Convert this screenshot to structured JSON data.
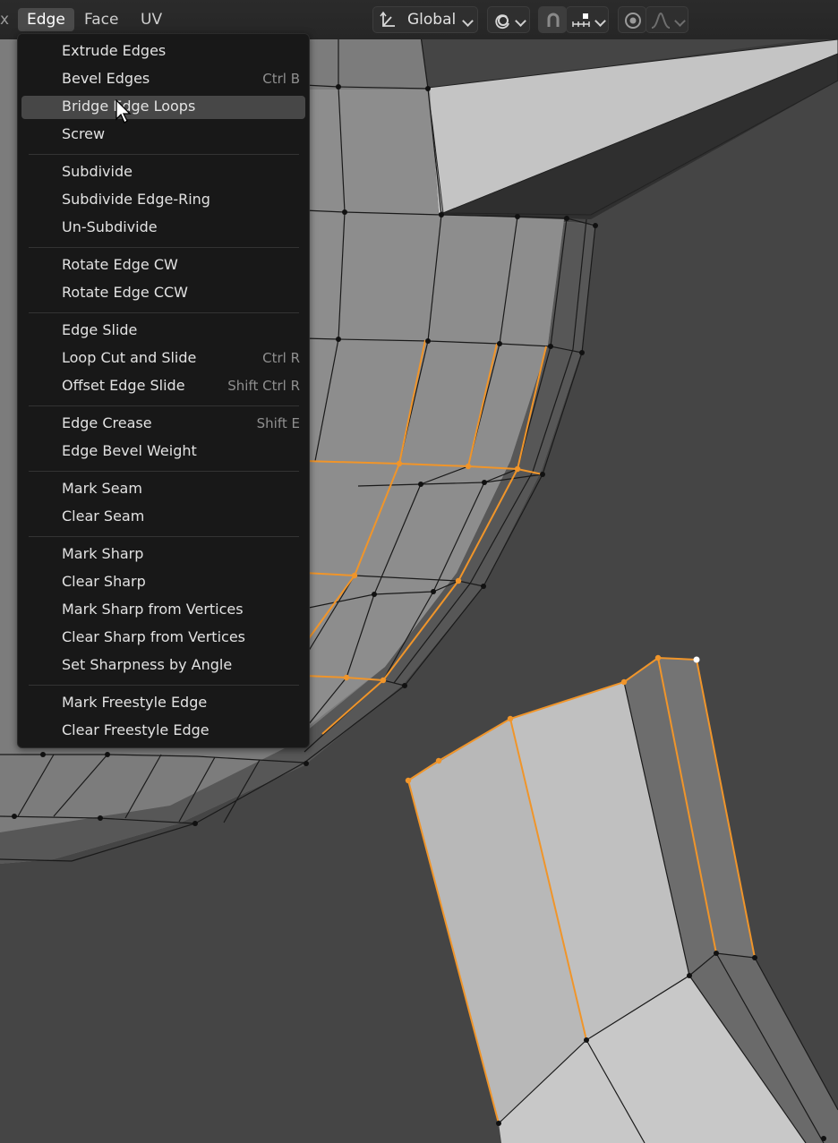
{
  "header": {
    "clipped_menu_label": "x",
    "menus": [
      {
        "label": "Edge",
        "active": true
      },
      {
        "label": "Face",
        "active": false
      },
      {
        "label": "UV",
        "active": false
      }
    ],
    "transform_orientation": "Global",
    "icons": [
      "orientation-axes-icon",
      "pivot-icon",
      "snap-magnet-icon",
      "snap-increment-icon",
      "proportional-edit-icon",
      "falloff-curve-icon"
    ]
  },
  "edge_menu": {
    "groups": [
      [
        {
          "label": "Extrude Edges",
          "shortcut": ""
        },
        {
          "label": "Bevel Edges",
          "shortcut": "Ctrl B"
        },
        {
          "label": "Bridge Edge Loops",
          "shortcut": "",
          "highlighted": true
        },
        {
          "label": "Screw",
          "shortcut": ""
        }
      ],
      [
        {
          "label": "Subdivide",
          "shortcut": ""
        },
        {
          "label": "Subdivide Edge-Ring",
          "shortcut": ""
        },
        {
          "label": "Un-Subdivide",
          "shortcut": ""
        }
      ],
      [
        {
          "label": "Rotate Edge CW",
          "shortcut": ""
        },
        {
          "label": "Rotate Edge CCW",
          "shortcut": ""
        }
      ],
      [
        {
          "label": "Edge Slide",
          "shortcut": ""
        },
        {
          "label": "Loop Cut and Slide",
          "shortcut": "Ctrl R"
        },
        {
          "label": "Offset Edge Slide",
          "shortcut": "Shift Ctrl R"
        }
      ],
      [
        {
          "label": "Edge Crease",
          "shortcut": "Shift E"
        },
        {
          "label": "Edge Bevel Weight",
          "shortcut": ""
        }
      ],
      [
        {
          "label": "Mark Seam",
          "shortcut": ""
        },
        {
          "label": "Clear Seam",
          "shortcut": ""
        }
      ],
      [
        {
          "label": "Mark Sharp",
          "shortcut": ""
        },
        {
          "label": "Clear Sharp",
          "shortcut": ""
        },
        {
          "label": "Mark Sharp from Vertices",
          "shortcut": ""
        },
        {
          "label": "Clear Sharp from Vertices",
          "shortcut": ""
        },
        {
          "label": "Set Sharpness by Angle",
          "shortcut": ""
        }
      ],
      [
        {
          "label": "Mark Freestyle Edge",
          "shortcut": ""
        },
        {
          "label": "Clear Freestyle Edge",
          "shortcut": ""
        }
      ]
    ]
  },
  "colors": {
    "selection": "#f0952a",
    "menu_bg": "#181818",
    "menu_highlight": "#474747",
    "viewport_bg": "#444444"
  }
}
